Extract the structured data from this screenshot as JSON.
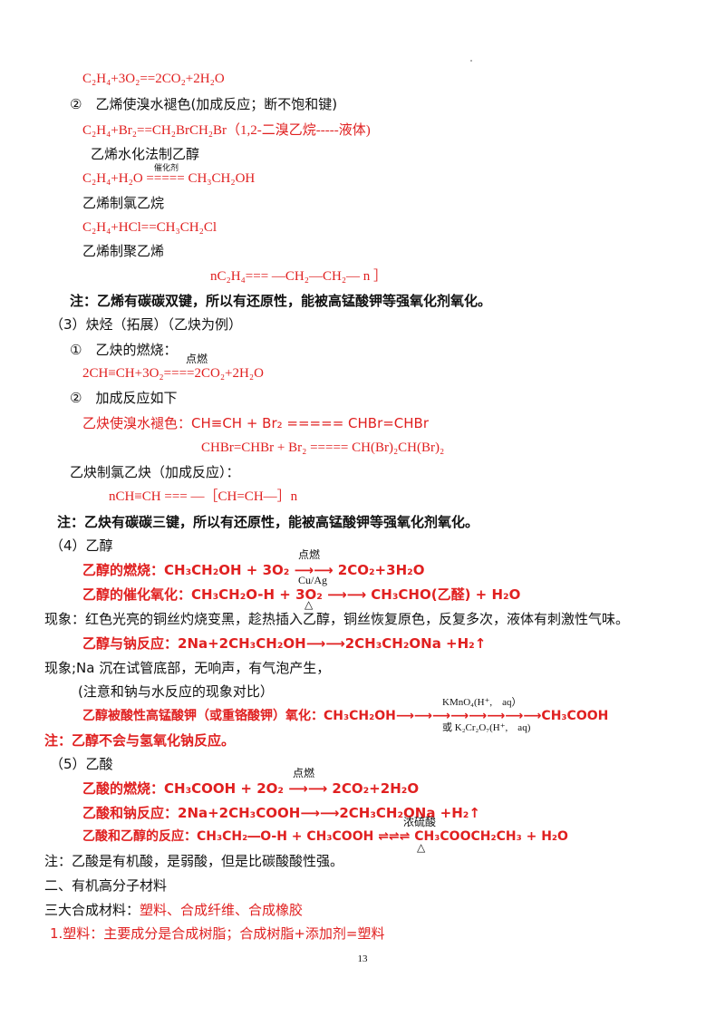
{
  "lines": {
    "l1": "C₂H₄+3O₂==2CO₂+2H₂O",
    "l2": "②　乙烯使溴水褪色(加成反应；断不饱和键)",
    "l3": "C₂H₄+Br₂==CH₂BrCH₂Br（1,2-二溴乙烷-----液体)",
    "l4": "乙烯水化法制乙醇",
    "l5": "C₂H₄+H₂O ===== CH₃CH₂OH",
    "l5o": "催化剂",
    "l6": "乙烯制氯乙烷",
    "l7": "C₂H₄+HCl==CH₃CH₂Cl",
    "l8": "乙烯制聚乙烯",
    "l9": "nC₂H₄===  ―CH₂―CH₂―  n ］",
    "l10": "注：乙烯有碳碳双键，所以有还原性，能被高锰酸钾等强氧化剂氧化。",
    "l11": "（3）炔烃（拓展）（乙炔为例）",
    "l12": "①　乙炔的燃烧：",
    "l12o": "点燃",
    "l13": "2CH≡CH+3O₂====2CO₂+2H₂O",
    "l14": "②　加成反应如下",
    "l15": "乙炔使溴水褪色：CH≡CH + Br₂ ===== CHBr=CHBr",
    "l16": "CHBr=CHBr + Br₂ ===== CH(Br)₂CH(Br)₂",
    "l17": "乙炔制氯乙炔（加成反应）：",
    "l18": "nCH≡CH === ―［CH=CH―］n",
    "l19": "注：乙炔有碳碳三键，所以有还原性，能被高锰酸钾等强氧化剂氧化。",
    "l20": "（4）乙醇",
    "l21": "乙醇的燃烧：CH₃CH₂OH + 3O₂ ⟶⟶ 2CO₂+3H₂O",
    "l21o": "点燃",
    "l22": "乙醇的催化氧化：CH₃CH₂O-H + 3O₂ ⟶⟶ CH₃CHO(乙醛) + H₂O",
    "l22o": "Cu/Ag",
    "l22u": "△",
    "l23": "现象：红色光亮的铜丝灼烧变黑，趁热插入乙醇，铜丝恢复原色，反复多次，液体有刺激性气味。",
    "l24": "乙醇与钠反应：2Na+2CH₃CH₂OH⟶⟶2CH₃CH₂ONa +H₂↑",
    "l25": "现象;Na 沉在试管底部，无响声，有气泡产生，",
    "l26": "(注意和钠与水反应的现象对比）",
    "l27": "乙醇被酸性高锰酸钾（或重铬酸钾）氧化：CH₃CH₂OH⟶⟶⟶⟶⟶⟶⟶⟶CH₃COOH",
    "l27o": "KMnO₄(H⁺,　aq）",
    "l27u": "或 K₂Cr₂O₇(H⁺,　aq)",
    "l28": "注：乙醇不会与氢氧化钠反应。",
    "l29": "（5）乙酸",
    "l30": "乙酸的燃烧：CH₃COOH + 2O₂ ⟶⟶ 2CO₂+2H₂O",
    "l30o": "点燃",
    "l31": "乙酸和钠反应：2Na+2CH₃COOH⟶⟶2CH₃CH₂ONa +H₂↑",
    "l32": "乙酸和乙醇的反应：CH₃CH₂―O-H + CH₃COOH ⇌⇌⇌ CH₃COOCH₂CH₃ + H₂O",
    "l32o": "浓硫酸",
    "l32u": "△",
    "l33": "注：乙酸是有机酸，是弱酸，但是比碳酸酸性强。",
    "l34": "二、有机高分子材料",
    "l35a": "三大合成材料：",
    "l35b": "塑料、合成纤维、合成橡胶",
    "l36": "1.塑料：主要成分是合成树脂；合成树脂+添加剂=塑料"
  },
  "page_number": "13",
  "colors": {
    "red": "#e02020",
    "text": "#111111"
  }
}
